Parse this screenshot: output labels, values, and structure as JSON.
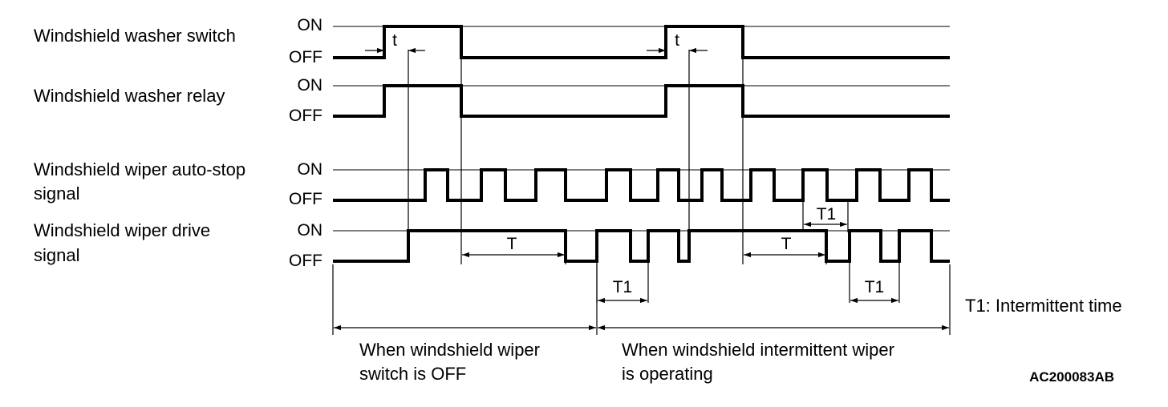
{
  "signals": [
    {
      "label_lines": [
        "Windshield washer switch"
      ],
      "on_label": "ON",
      "off_label": "OFF"
    },
    {
      "label_lines": [
        "Windshield washer relay"
      ],
      "on_label": "ON",
      "off_label": "OFF"
    },
    {
      "label_lines": [
        "Windshield wiper auto-stop",
        "signal"
      ],
      "on_label": "ON",
      "off_label": "OFF"
    },
    {
      "label_lines": [
        "Windshield wiper drive",
        "signal"
      ],
      "on_label": "ON",
      "off_label": "OFF"
    }
  ],
  "dimensions": {
    "t": "t",
    "T": "T",
    "T1": "T1"
  },
  "note": "T1: Intermittent time",
  "regions": [
    {
      "lines": [
        "When windshield wiper",
        "switch is OFF"
      ]
    },
    {
      "lines": [
        "When windshield intermittent wiper",
        "is operating"
      ]
    }
  ],
  "figure_code": "AC200083AB"
}
